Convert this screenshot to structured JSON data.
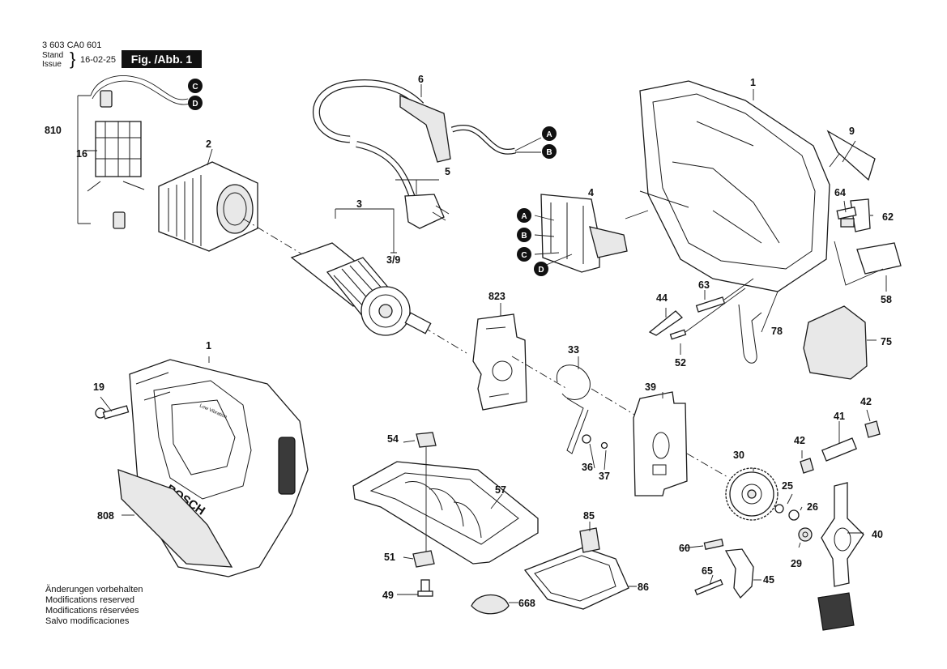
{
  "header": {
    "doc_number": "3 603 CA0 601",
    "stand": "Stand",
    "issue": "Issue",
    "date": "16-02-25",
    "fig_label": "Fig. /Abb. 1"
  },
  "footer": {
    "lines": [
      "Änderungen vorbehalten",
      "Modifications reserved",
      "Modifications réservées",
      "Salvo modificaciones"
    ]
  },
  "connectors": [
    "A",
    "B",
    "C",
    "D"
  ],
  "part_labels": {
    "p1_top": "1",
    "p1_bottom": "1",
    "p2": "2",
    "p3": "3",
    "p3_9": "3/9",
    "p4": "4",
    "p5": "5",
    "p6": "6",
    "p9": "9",
    "p16": "16",
    "p19": "19",
    "p25": "25",
    "p26": "26",
    "p29": "29",
    "p30": "30",
    "p33": "33",
    "p36": "36",
    "p37": "37",
    "p39": "39",
    "p40": "40",
    "p41": "41",
    "p42a": "42",
    "p42b": "42",
    "p44": "44",
    "p45": "45",
    "p49": "49",
    "p51": "51",
    "p52": "52",
    "p54": "54",
    "p57": "57",
    "p58": "58",
    "p60": "60",
    "p62": "62",
    "p63": "63",
    "p64": "64",
    "p65": "65",
    "p75": "75",
    "p78": "78",
    "p85": "85",
    "p86": "86",
    "p668": "668",
    "p808": "808",
    "p810": "810",
    "p823": "823"
  },
  "housing_text": {
    "brand": "BOSCH",
    "low_vibration": "Low Vibration"
  }
}
